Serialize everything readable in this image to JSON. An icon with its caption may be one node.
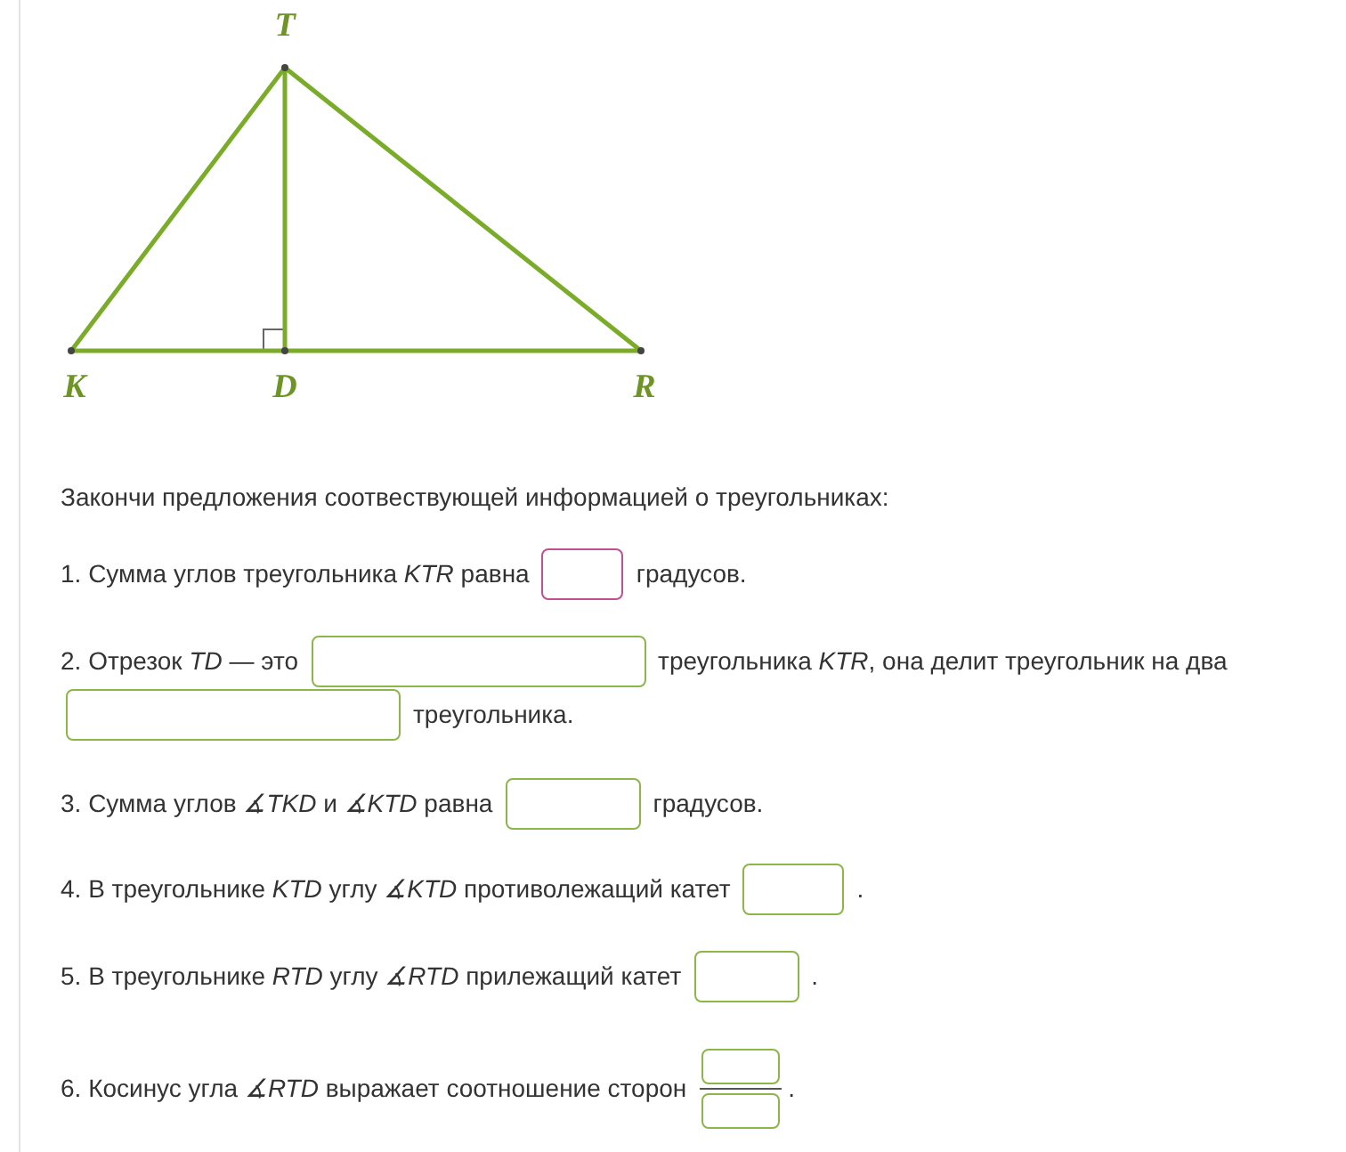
{
  "diagram": {
    "nodes": [
      {
        "text": [
          "T"
        ]
      },
      {
        "text": [
          "K"
        ]
      },
      {
        "text": [
          "D"
        ]
      },
      {
        "text": [
          "R"
        ]
      }
    ],
    "edges": [
      {
        "from": 1,
        "to": 0,
        "arrow": "none"
      },
      {
        "from": 0,
        "to": 3,
        "arrow": "none"
      },
      {
        "from": 1,
        "to": 2,
        "arrow": "none"
      },
      {
        "from": 2,
        "to": 3,
        "arrow": "none"
      },
      {
        "from": 0,
        "to": 2,
        "arrow": "none"
      }
    ],
    "labels": [
      "Закончи предложения соотвествующей информацией о треугольниках:",
      "1. Сумма углов треугольника *KTR* равна",
      "градусов.",
      "2. Отрезок *TD* — это",
      "треугольника *KTR*, она делит треугольник на два",
      "треугольника.",
      "3. Сумма углов *∡TKD* и *∡KTD* равна",
      "градусов.",
      "4. В треугольнике *KTD* углу *∡KTD* противолежащий катет",
      ".",
      "5. В треугольнике *RTD* углу *∡RTD* прилежащий катет",
      ".",
      "6. Косинус угла *∡RTD* выражает соотношение сторон",
      "."
    ]
  }
}
